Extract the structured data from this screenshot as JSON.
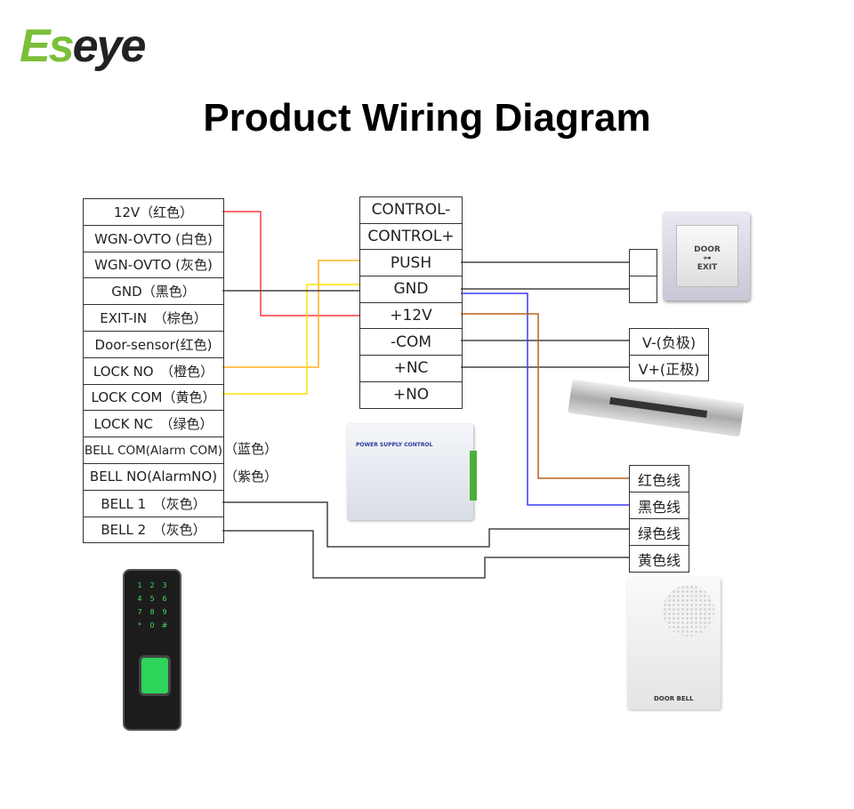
{
  "logo": {
    "part1": "Es",
    "part2": "eye"
  },
  "title": "Product Wiring Diagram",
  "reader_terminals": [
    "12V（红色）",
    "WGN-OVTO (白色)",
    "WGN-OVTO (灰色)",
    "GND（黑色）",
    "EXIT-IN　（棕色）",
    "Door-sensor(红色)",
    "LOCK NO　（橙色）",
    "LOCK COM（黄色）",
    "LOCK NC　（绿色）",
    "BELL COM(Alarm COM)",
    "BELL NO(AlarmNO)",
    "BELL 1　（灰色）",
    "BELL 2　（灰色）"
  ],
  "reader_overflow": {
    "bell_com": "（蓝色）",
    "bell_no": "（紫色）"
  },
  "power_terminals": [
    "CONTROL-",
    "CONTROL+",
    "PUSH",
    "GND",
    "+12V",
    "-COM",
    "+NC",
    "+NO"
  ],
  "lock_terminals": [
    "V-(负极)",
    "V+(正极)"
  ],
  "bell_wires": [
    "红色线",
    "黑色线",
    "绿色线",
    "黄色线"
  ],
  "exit_button": {
    "line1": "DOOR",
    "line2": "EXIT"
  },
  "psu_label": "POWER SUPPLY CONTROL",
  "doorbell_label": "DOOR BELL",
  "keypad_keys": [
    "1",
    "2",
    "3",
    "4",
    "5",
    "6",
    "7",
    "8",
    "9",
    "*",
    "0",
    "#"
  ],
  "wire_colors": {
    "red": "#ff3b3b",
    "orange": "#ffb020",
    "yellow": "#ffe000",
    "gray": "#444444",
    "blue": "#3a3aff",
    "brown": "#b5651d"
  }
}
